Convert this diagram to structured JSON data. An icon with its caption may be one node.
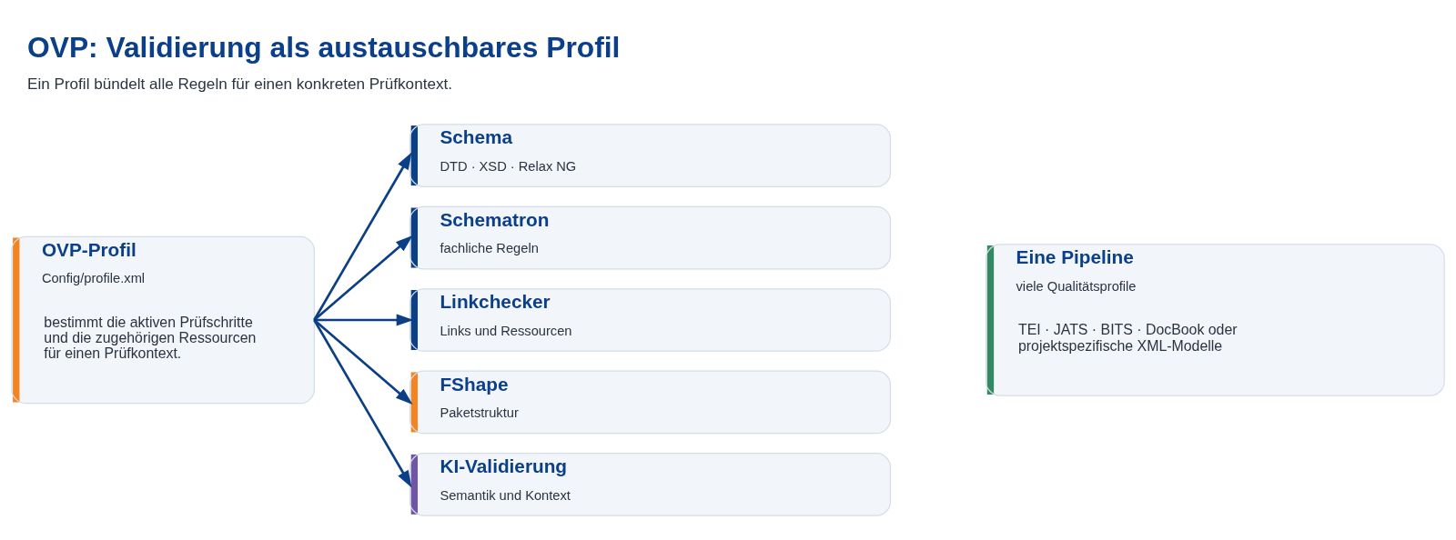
{
  "diagram": {
    "title": "OVP: Validierung als austauschbares Profil",
    "caption": "Ein Profil bündelt alle Regeln für einen konkreten Prüfkontext.",
    "nodes": [
      {
        "text": [
          "OVP-Profil",
          "Config/profile.xml",
          "bestimmt die aktiven Prüfschritte und die zugehörigen Ressourcen für einen Prüfkontext."
        ]
      },
      {
        "text": [
          "Schema",
          "DTD · XSD · Relax NG"
        ]
      },
      {
        "text": [
          "Schematron",
          "fachliche Regeln"
        ]
      },
      {
        "text": [
          "Linkchecker",
          "Links und Ressourcen"
        ]
      },
      {
        "text": [
          "FShape",
          "Paketstruktur"
        ]
      },
      {
        "text": [
          "KI-Validierung",
          "Semantik und Kontext"
        ]
      },
      {
        "text": [
          "Eine Pipeline",
          "viele Qualitätsprofile",
          "TEI · JATS · BITS · DocBook oder projektspezifische XML-Modelle"
        ]
      }
    ],
    "edges": [
      {
        "from": 0,
        "to": 1,
        "arrow": "to"
      },
      {
        "from": 0,
        "to": 2,
        "arrow": "to"
      },
      {
        "from": 0,
        "to": 3,
        "arrow": "to"
      },
      {
        "from": 0,
        "to": 4,
        "arrow": "to"
      },
      {
        "from": 0,
        "to": 5,
        "arrow": "to"
      }
    ]
  }
}
